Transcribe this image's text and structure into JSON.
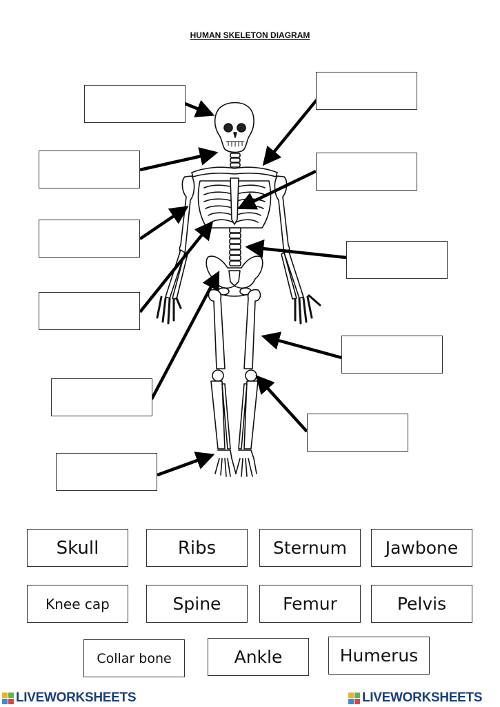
{
  "title": "HUMAN SKELETON DIAGRAM",
  "answer_boxes": [
    {
      "id": "left-1",
      "target": "skull",
      "value": ""
    },
    {
      "id": "left-2",
      "target": "jaw",
      "value": ""
    },
    {
      "id": "left-3",
      "target": "upper-arm",
      "value": ""
    },
    {
      "id": "left-4",
      "target": "rib-cage",
      "value": ""
    },
    {
      "id": "left-5",
      "target": "hip",
      "value": ""
    },
    {
      "id": "left-6",
      "target": "ankle",
      "value": ""
    },
    {
      "id": "right-1",
      "target": "collar",
      "value": ""
    },
    {
      "id": "right-2",
      "target": "breastbone",
      "value": ""
    },
    {
      "id": "right-3",
      "target": "spine",
      "value": ""
    },
    {
      "id": "right-4",
      "target": "thigh",
      "value": ""
    },
    {
      "id": "right-5",
      "target": "knee",
      "value": ""
    }
  ],
  "word_bank": [
    {
      "label": "Skull"
    },
    {
      "label": "Ribs"
    },
    {
      "label": "Sternum"
    },
    {
      "label": "Jawbone"
    },
    {
      "label": "Knee cap"
    },
    {
      "label": "Spine"
    },
    {
      "label": "Femur"
    },
    {
      "label": "Pelvis"
    },
    {
      "label": "Collar bone"
    },
    {
      "label": "Ankle"
    },
    {
      "label": "Humerus"
    }
  ],
  "footer": {
    "left_brand": "LIVEWORKSHEETS",
    "right_brand": "LIVEWORKSHEETS",
    "logo_colors": [
      "#f2b21c",
      "#5cb848",
      "#2f8fd8",
      "#e8403a"
    ]
  }
}
